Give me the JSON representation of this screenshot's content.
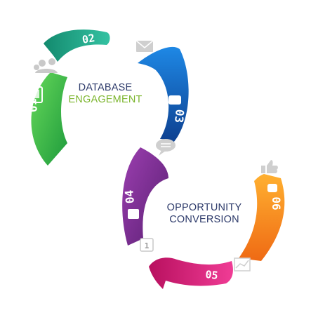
{
  "captions": {
    "top": {
      "line1": "DATABASE",
      "line2": "ENGAGEMENT"
    },
    "bottom": {
      "line1": "OPPORTUNITY",
      "line2": "CONVERSION"
    }
  },
  "segments": [
    {
      "number": "01",
      "color": "#3fbf4a",
      "icon": "tablet-icon"
    },
    {
      "number": "02",
      "color": "#1f8f7a",
      "icon": "mail-icon"
    },
    {
      "number": "03",
      "color": "#1565c0",
      "icon": "chat-bubble-icon"
    },
    {
      "number": "04",
      "color": "#7b2d8e",
      "icon": "calendar-icon"
    },
    {
      "number": "05",
      "color": "#d8157a",
      "icon": "chart-icon"
    },
    {
      "number": "06",
      "color": "#f57c1f",
      "icon": "thumbs-up-icon"
    }
  ],
  "extra_icons": [
    "people-icon"
  ],
  "calendar_day": "1"
}
